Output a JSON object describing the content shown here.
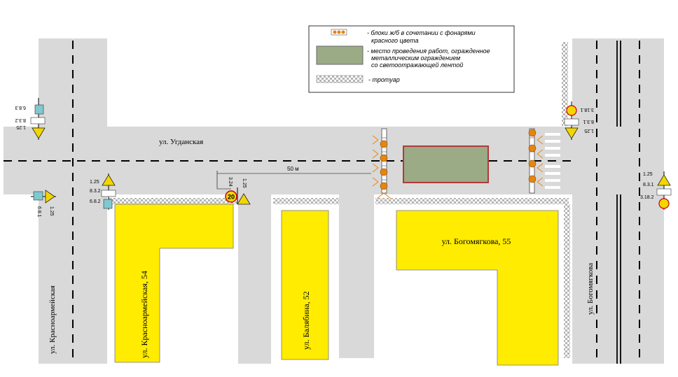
{
  "legend": {
    "blocks_text_1": "- блоки ж/б в сочетании с фонарями",
    "blocks_text_2": "красного цвета",
    "work_text_1": "- место проведения работ, огражденное",
    "work_text_2": "металлическим ограждением",
    "work_text_3": "со светоотражающей лентой",
    "sidewalk_text": "- тротуар"
  },
  "streets": {
    "ugdanskaya": "ул. Угданская",
    "krasnoarmeyskaya": "ул. Красноармейская",
    "bogomyagkova": "ул. Богомягкова"
  },
  "buildings": {
    "b1": "ул. Красноармейская, 54",
    "b2": "ул. Балябина, 52",
    "b3": "ул. Богомягкова, 55"
  },
  "distance_label": "50 м",
  "signs": {
    "speed_limit": "20",
    "tl": [
      "6.8.3",
      "8.3.2",
      "1.25"
    ],
    "l_upper": [
      "1.25",
      "8.3.2",
      "6.8.2"
    ],
    "l_lower": [
      "6.8.1",
      "1.25"
    ],
    "mid": [
      "3.24",
      "1.25"
    ],
    "tr": [
      "3.18.1",
      "8.3.1",
      "1.25"
    ],
    "r": [
      "1.25",
      "8.3.1",
      "3.18.2"
    ]
  },
  "colors": {
    "road": "#d9d9d9",
    "building": "#ffec00",
    "work_area": "#9aab86",
    "lamp": "#e8850f",
    "sign_blue": "#7fc8cf",
    "sign_yellow": "#f2d600"
  }
}
